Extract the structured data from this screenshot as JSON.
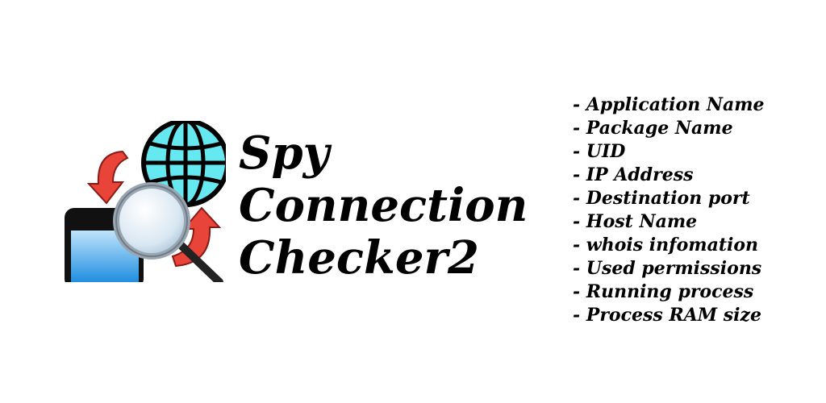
{
  "app_title": {
    "line1": "Spy",
    "line2": "Connection",
    "line3": "Checker2"
  },
  "features": [
    "Application Name",
    "Package Name",
    "UID",
    "IP Address",
    "Destination port",
    "Host Name",
    "whois infomation",
    "Used permissions",
    "Running process",
    "Process RAM size"
  ],
  "colors": {
    "globe": "#66e8f0",
    "arrow": "#e8443a",
    "phone_screen_top": "#bfe4fb",
    "phone_screen_bottom": "#1f8ee0",
    "phone_body": "#111111"
  },
  "icons": [
    "globe-icon",
    "phone-icon",
    "magnifier-icon",
    "arrow-icon"
  ]
}
